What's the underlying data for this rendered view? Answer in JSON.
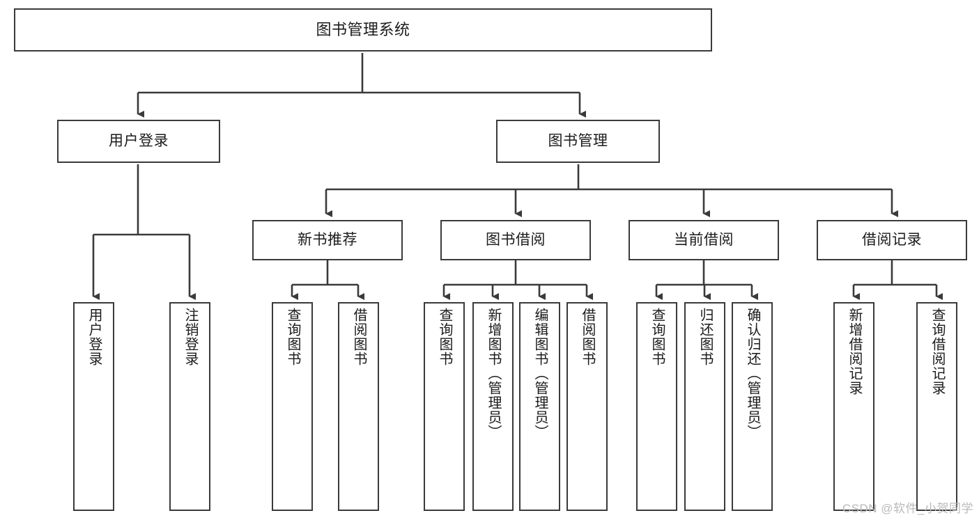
{
  "diagram": {
    "title": "图书管理系统",
    "watermark": "CSDN @软件_小贺同学",
    "colors": {
      "stroke": "#3a3a3a",
      "fill": "#ffffff",
      "text": "#1b1b1b",
      "watermark": "#b9b9b9"
    },
    "nodes": {
      "root": {
        "label": "图书管理系统"
      },
      "level1": [
        {
          "label": "用户登录"
        },
        {
          "label": "图书管理"
        }
      ],
      "level2": [
        {
          "label": "新书推荐"
        },
        {
          "label": "图书借阅"
        },
        {
          "label": "当前借阅"
        },
        {
          "label": "借阅记录"
        }
      ],
      "leaves": {
        "user_login": [
          {
            "label": "用户登录"
          },
          {
            "label": "注销登录"
          }
        ],
        "new_book": [
          {
            "label": "查询图书"
          },
          {
            "label": "借阅图书"
          }
        ],
        "book_borrow": [
          {
            "label": "查询图书"
          },
          {
            "label": "新增图书（管理员）"
          },
          {
            "label": "编辑图书（管理员）"
          },
          {
            "label": "借阅图书"
          }
        ],
        "current_borrow": [
          {
            "label": "查询图书"
          },
          {
            "label": "归还图书"
          },
          {
            "label": "确认归还（管理员）"
          }
        ],
        "borrow_record": [
          {
            "label": "新增借阅记录"
          },
          {
            "label": "查询借阅记录"
          }
        ]
      }
    }
  }
}
